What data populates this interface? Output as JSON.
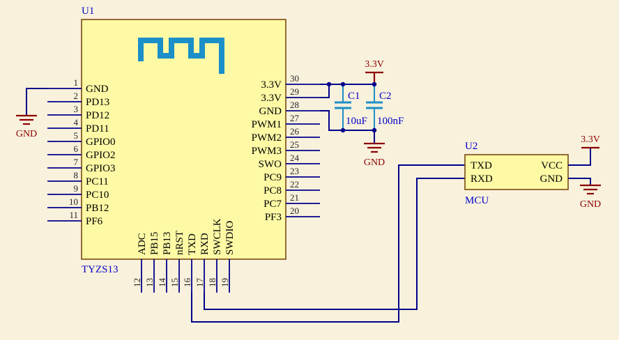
{
  "colors": {
    "background": "#F8F1DC",
    "component_fill": "#FDF9A5",
    "component_border": "#7B4A12",
    "wire_blue": "#00008B",
    "symbol_teal": "#1B8FC8",
    "designator_blue": "#0000C8",
    "power_maroon": "#8B0000",
    "pin_text": "#000000"
  },
  "u1": {
    "refdes": "U1",
    "label": "TYZS13",
    "left_pins": [
      {
        "num": "1",
        "name": "GND"
      },
      {
        "num": "2",
        "name": "PD13"
      },
      {
        "num": "3",
        "name": "PD12"
      },
      {
        "num": "4",
        "name": "PD11"
      },
      {
        "num": "5",
        "name": "GPIO0"
      },
      {
        "num": "6",
        "name": "GPIO2"
      },
      {
        "num": "7",
        "name": "GPIO3"
      },
      {
        "num": "8",
        "name": "PC11"
      },
      {
        "num": "9",
        "name": "PC10"
      },
      {
        "num": "10",
        "name": "PB12"
      },
      {
        "num": "11",
        "name": "PF6"
      }
    ],
    "right_pins": [
      {
        "num": "30",
        "name": "3.3V"
      },
      {
        "num": "29",
        "name": "3.3V"
      },
      {
        "num": "28",
        "name": "GND"
      },
      {
        "num": "27",
        "name": "PWM1"
      },
      {
        "num": "26",
        "name": "PWM2"
      },
      {
        "num": "25",
        "name": "PWM3"
      },
      {
        "num": "24",
        "name": "SWO"
      },
      {
        "num": "23",
        "name": "PC9"
      },
      {
        "num": "22",
        "name": "PC8"
      },
      {
        "num": "21",
        "name": "PC7"
      },
      {
        "num": "20",
        "name": "PF3"
      }
    ],
    "bottom_pins": [
      {
        "num": "12",
        "name": "ADC"
      },
      {
        "num": "13",
        "name": "PB15"
      },
      {
        "num": "14",
        "name": "PB13"
      },
      {
        "num": "15",
        "name": "nRST"
      },
      {
        "num": "16",
        "name": "TXD"
      },
      {
        "num": "17",
        "name": "RXD"
      },
      {
        "num": "18",
        "name": "SWCLK"
      },
      {
        "num": "19",
        "name": "SWDIO"
      }
    ]
  },
  "u2": {
    "refdes": "U2",
    "label": "MCU",
    "left_pins": [
      {
        "name": "TXD"
      },
      {
        "name": "RXD"
      }
    ],
    "right_pins": [
      {
        "name": "VCC"
      },
      {
        "name": "GND"
      }
    ]
  },
  "c1": {
    "refdes": "C1",
    "value": "10uF"
  },
  "c2": {
    "refdes": "C2",
    "value": "100nF"
  },
  "power": {
    "v33_caps": "3.3V",
    "v33_mcu": "3.3V",
    "gnd_left": "GND",
    "gnd_caps": "GND",
    "gnd_mcu": "GND"
  }
}
